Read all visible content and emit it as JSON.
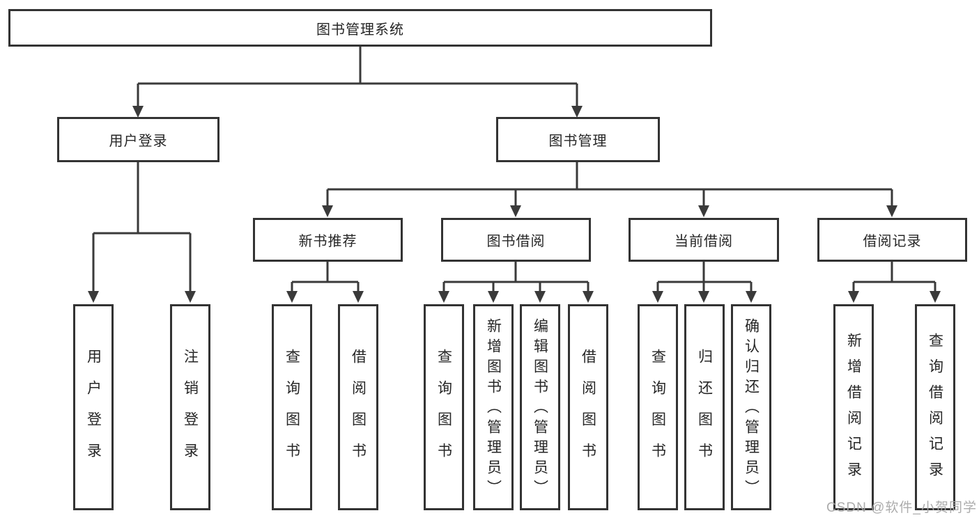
{
  "diagram": {
    "watermark": "CSDN @软件_小贺同学",
    "colors": {
      "background": "#ffffff",
      "line": "#3a3a3a",
      "box_border": "#333333",
      "text": "#262626",
      "watermark": "#a8a8a8"
    },
    "tree": {
      "root": {
        "label": "图书管理系统"
      },
      "branches": [
        {
          "label": "用户登录",
          "children": [
            {
              "label": "用户登录"
            },
            {
              "label": "注销登录"
            }
          ]
        },
        {
          "label": "图书管理",
          "children": [
            {
              "label": "新书推荐",
              "children": [
                {
                  "label": "查询图书"
                },
                {
                  "label": "借阅图书"
                }
              ]
            },
            {
              "label": "图书借阅",
              "children": [
                {
                  "label": "查询图书"
                },
                {
                  "label": "新增图书（管理员）"
                },
                {
                  "label": "编辑图书（管理员）"
                },
                {
                  "label": "借阅图书"
                }
              ]
            },
            {
              "label": "当前借阅",
              "children": [
                {
                  "label": "查询图书"
                },
                {
                  "label": "归还图书"
                },
                {
                  "label": "确认归还（管理员）"
                }
              ]
            },
            {
              "label": "借阅记录",
              "children": [
                {
                  "label": "新增借阅记录"
                },
                {
                  "label": "查询借阅记录"
                }
              ]
            }
          ]
        }
      ]
    }
  }
}
